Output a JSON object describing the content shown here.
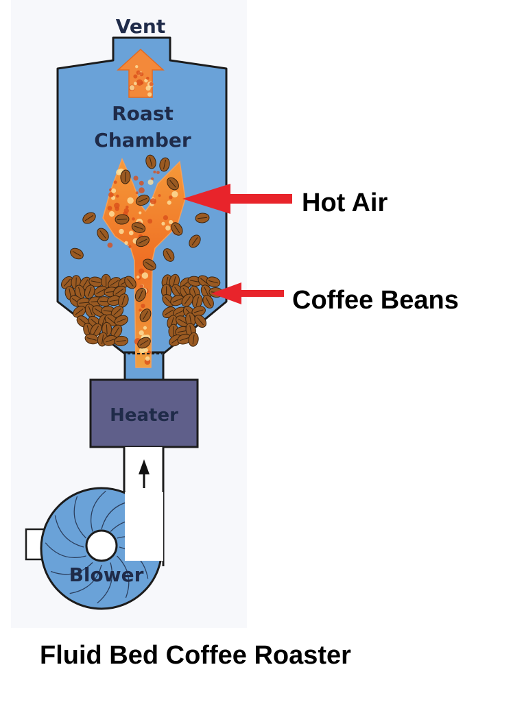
{
  "diagram": {
    "title": "Fluid Bed Coffee Roaster",
    "labels": {
      "vent": "Vent",
      "roast_chamber_line1": "Roast",
      "roast_chamber_line2": "Chamber",
      "heater": "Heater",
      "blower": "Blower",
      "hot_air": "Hot Air",
      "coffee_beans": "Coffee Beans"
    },
    "colors": {
      "chamber_blue": "#6aa2d8",
      "heater_purple": "#5f5f8a",
      "outline": "#1c1c1c",
      "callout_red": "#e8242b",
      "flame_orange": "#ee7a2a",
      "bean_brown": "#9a5a22"
    }
  }
}
